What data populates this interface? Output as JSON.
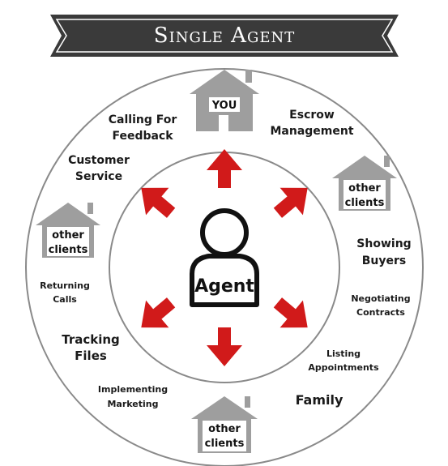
{
  "title": "Single Agent",
  "center_label": "Agent",
  "houses": {
    "top": "YOU",
    "right": [
      "other",
      "clients"
    ],
    "left": [
      "other",
      "clients"
    ],
    "bottom": [
      "other",
      "clients"
    ]
  },
  "tasks": {
    "calling_feedback": [
      "Calling For",
      "Feedback"
    ],
    "escrow": [
      "Escrow",
      "Management"
    ],
    "customer_service": [
      "Customer",
      "Service"
    ],
    "showing_buyers": [
      "Showing",
      "Buyers"
    ],
    "returning_calls": [
      "Returning",
      "Calls"
    ],
    "negotiating": [
      "Negotiating",
      "Contracts"
    ],
    "tracking_files": [
      "Tracking",
      "Files"
    ],
    "listing": [
      "Listing",
      "Appointments"
    ],
    "marketing": [
      "Implementing",
      "Marketing"
    ],
    "family": [
      "Family"
    ]
  },
  "colors": {
    "banner": "#3a3a3a",
    "arrow": "#d11a1a",
    "house": "#9e9e9e",
    "ring": "#8a8a8a"
  }
}
